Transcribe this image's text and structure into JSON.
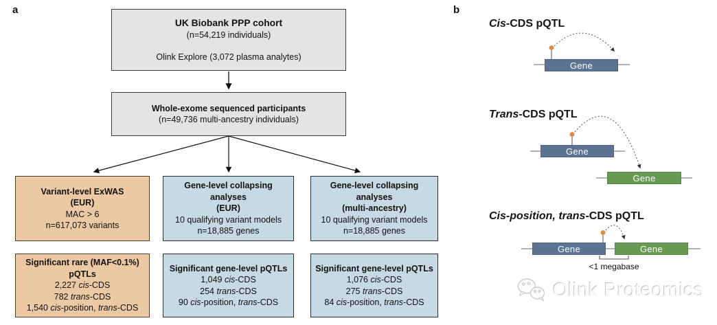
{
  "panel_a": {
    "label": "a",
    "cohort_box": {
      "title": "UK Biobank PPP cohort",
      "subtitle": "(n=54,219 individuals)",
      "note": "Olink Explore (3,072 plasma analytes)"
    },
    "wes_box": {
      "title": "Whole-exome sequenced participants",
      "subtitle": "(n=49,736 multi-ancestry individuals)"
    },
    "branches": [
      {
        "analysis": {
          "title_lines": [
            "Variant-level ExWAS",
            "(EUR)"
          ],
          "lines": [
            "MAC > 6",
            "n=617,073 variants"
          ]
        },
        "results": {
          "title_lines": [
            "Significant rare (MAF<0.1%)",
            "pQTLs"
          ],
          "lines": [
            [
              {
                "t": "2,227 "
              },
              {
                "t": "cis",
                "i": true
              },
              {
                "t": "-CDS"
              }
            ],
            [
              {
                "t": "782 "
              },
              {
                "t": "trans",
                "i": true
              },
              {
                "t": "-CDS"
              }
            ],
            [
              {
                "t": "1,540 "
              },
              {
                "t": "cis",
                "i": true
              },
              {
                "t": "-position, "
              },
              {
                "t": "trans",
                "i": true
              },
              {
                "t": "-CDS"
              }
            ]
          ]
        }
      },
      {
        "analysis": {
          "title_lines": [
            "Gene-level collapsing",
            "analyses",
            "(EUR)"
          ],
          "lines": [
            "10 qualifying variant models",
            "n=18,885 genes"
          ]
        },
        "results": {
          "title_lines": [
            "Significant gene-level pQTLs"
          ],
          "lines": [
            [
              {
                "t": "1,049 "
              },
              {
                "t": "cis",
                "i": true
              },
              {
                "t": "-CDS"
              }
            ],
            [
              {
                "t": "254 "
              },
              {
                "t": "trans",
                "i": true
              },
              {
                "t": "-CDS"
              }
            ],
            [
              {
                "t": "90 "
              },
              {
                "t": "cis",
                "i": true
              },
              {
                "t": "-position, "
              },
              {
                "t": "trans",
                "i": true
              },
              {
                "t": "-CDS"
              }
            ]
          ]
        }
      },
      {
        "analysis": {
          "title_lines": [
            "Gene-level collapsing",
            "analyses",
            "(multi-ancestry)"
          ],
          "lines": [
            "10 qualifying variant models",
            "n=18,885 genes"
          ]
        },
        "results": {
          "title_lines": [
            "Significant gene-level pQTLs"
          ],
          "lines": [
            [
              {
                "t": "1,076 "
              },
              {
                "t": "cis",
                "i": true
              },
              {
                "t": "-CDS"
              }
            ],
            [
              {
                "t": "275 "
              },
              {
                "t": "trans",
                "i": true
              },
              {
                "t": "-CDS"
              }
            ],
            [
              {
                "t": "84 "
              },
              {
                "t": "cis",
                "i": true
              },
              {
                "t": "-position, "
              },
              {
                "t": "trans",
                "i": true
              },
              {
                "t": "-CDS"
              }
            ]
          ]
        }
      }
    ]
  },
  "panel_b": {
    "label": "b",
    "diagrams": [
      {
        "title": [
          {
            "t": "Cis",
            "i": true
          },
          {
            "t": "-CDS pQTL"
          }
        ],
        "genes": [
          {
            "label": "Gene",
            "color": "blue"
          }
        ]
      },
      {
        "title": [
          {
            "t": "Trans",
            "i": true
          },
          {
            "t": "-CDS pQTL"
          }
        ],
        "genes": [
          {
            "label": "Gene",
            "color": "blue"
          },
          {
            "label": "Gene",
            "color": "green"
          }
        ]
      },
      {
        "title": [
          {
            "t": "Cis-position, trans",
            "i": true
          },
          {
            "t": "-CDS pQTL"
          }
        ],
        "genes": [
          {
            "label": "Gene",
            "color": "blue"
          },
          {
            "label": "Gene",
            "color": "green"
          }
        ],
        "distance_label": "<1 megabase"
      }
    ]
  },
  "watermark": {
    "logo_icon": "wechat-logo-icon",
    "text": "Olink Proteomics"
  },
  "colors": {
    "box_gray": "#e4e4e4",
    "box_orange": "#ecc9a3",
    "box_blue": "#c7d9e3",
    "gene_blue": "#5d7392",
    "gene_green": "#689a54",
    "variant_marker_orange": "#e0883f",
    "chromosome_line_gray": "#999999",
    "arrow_black": "#111111"
  }
}
